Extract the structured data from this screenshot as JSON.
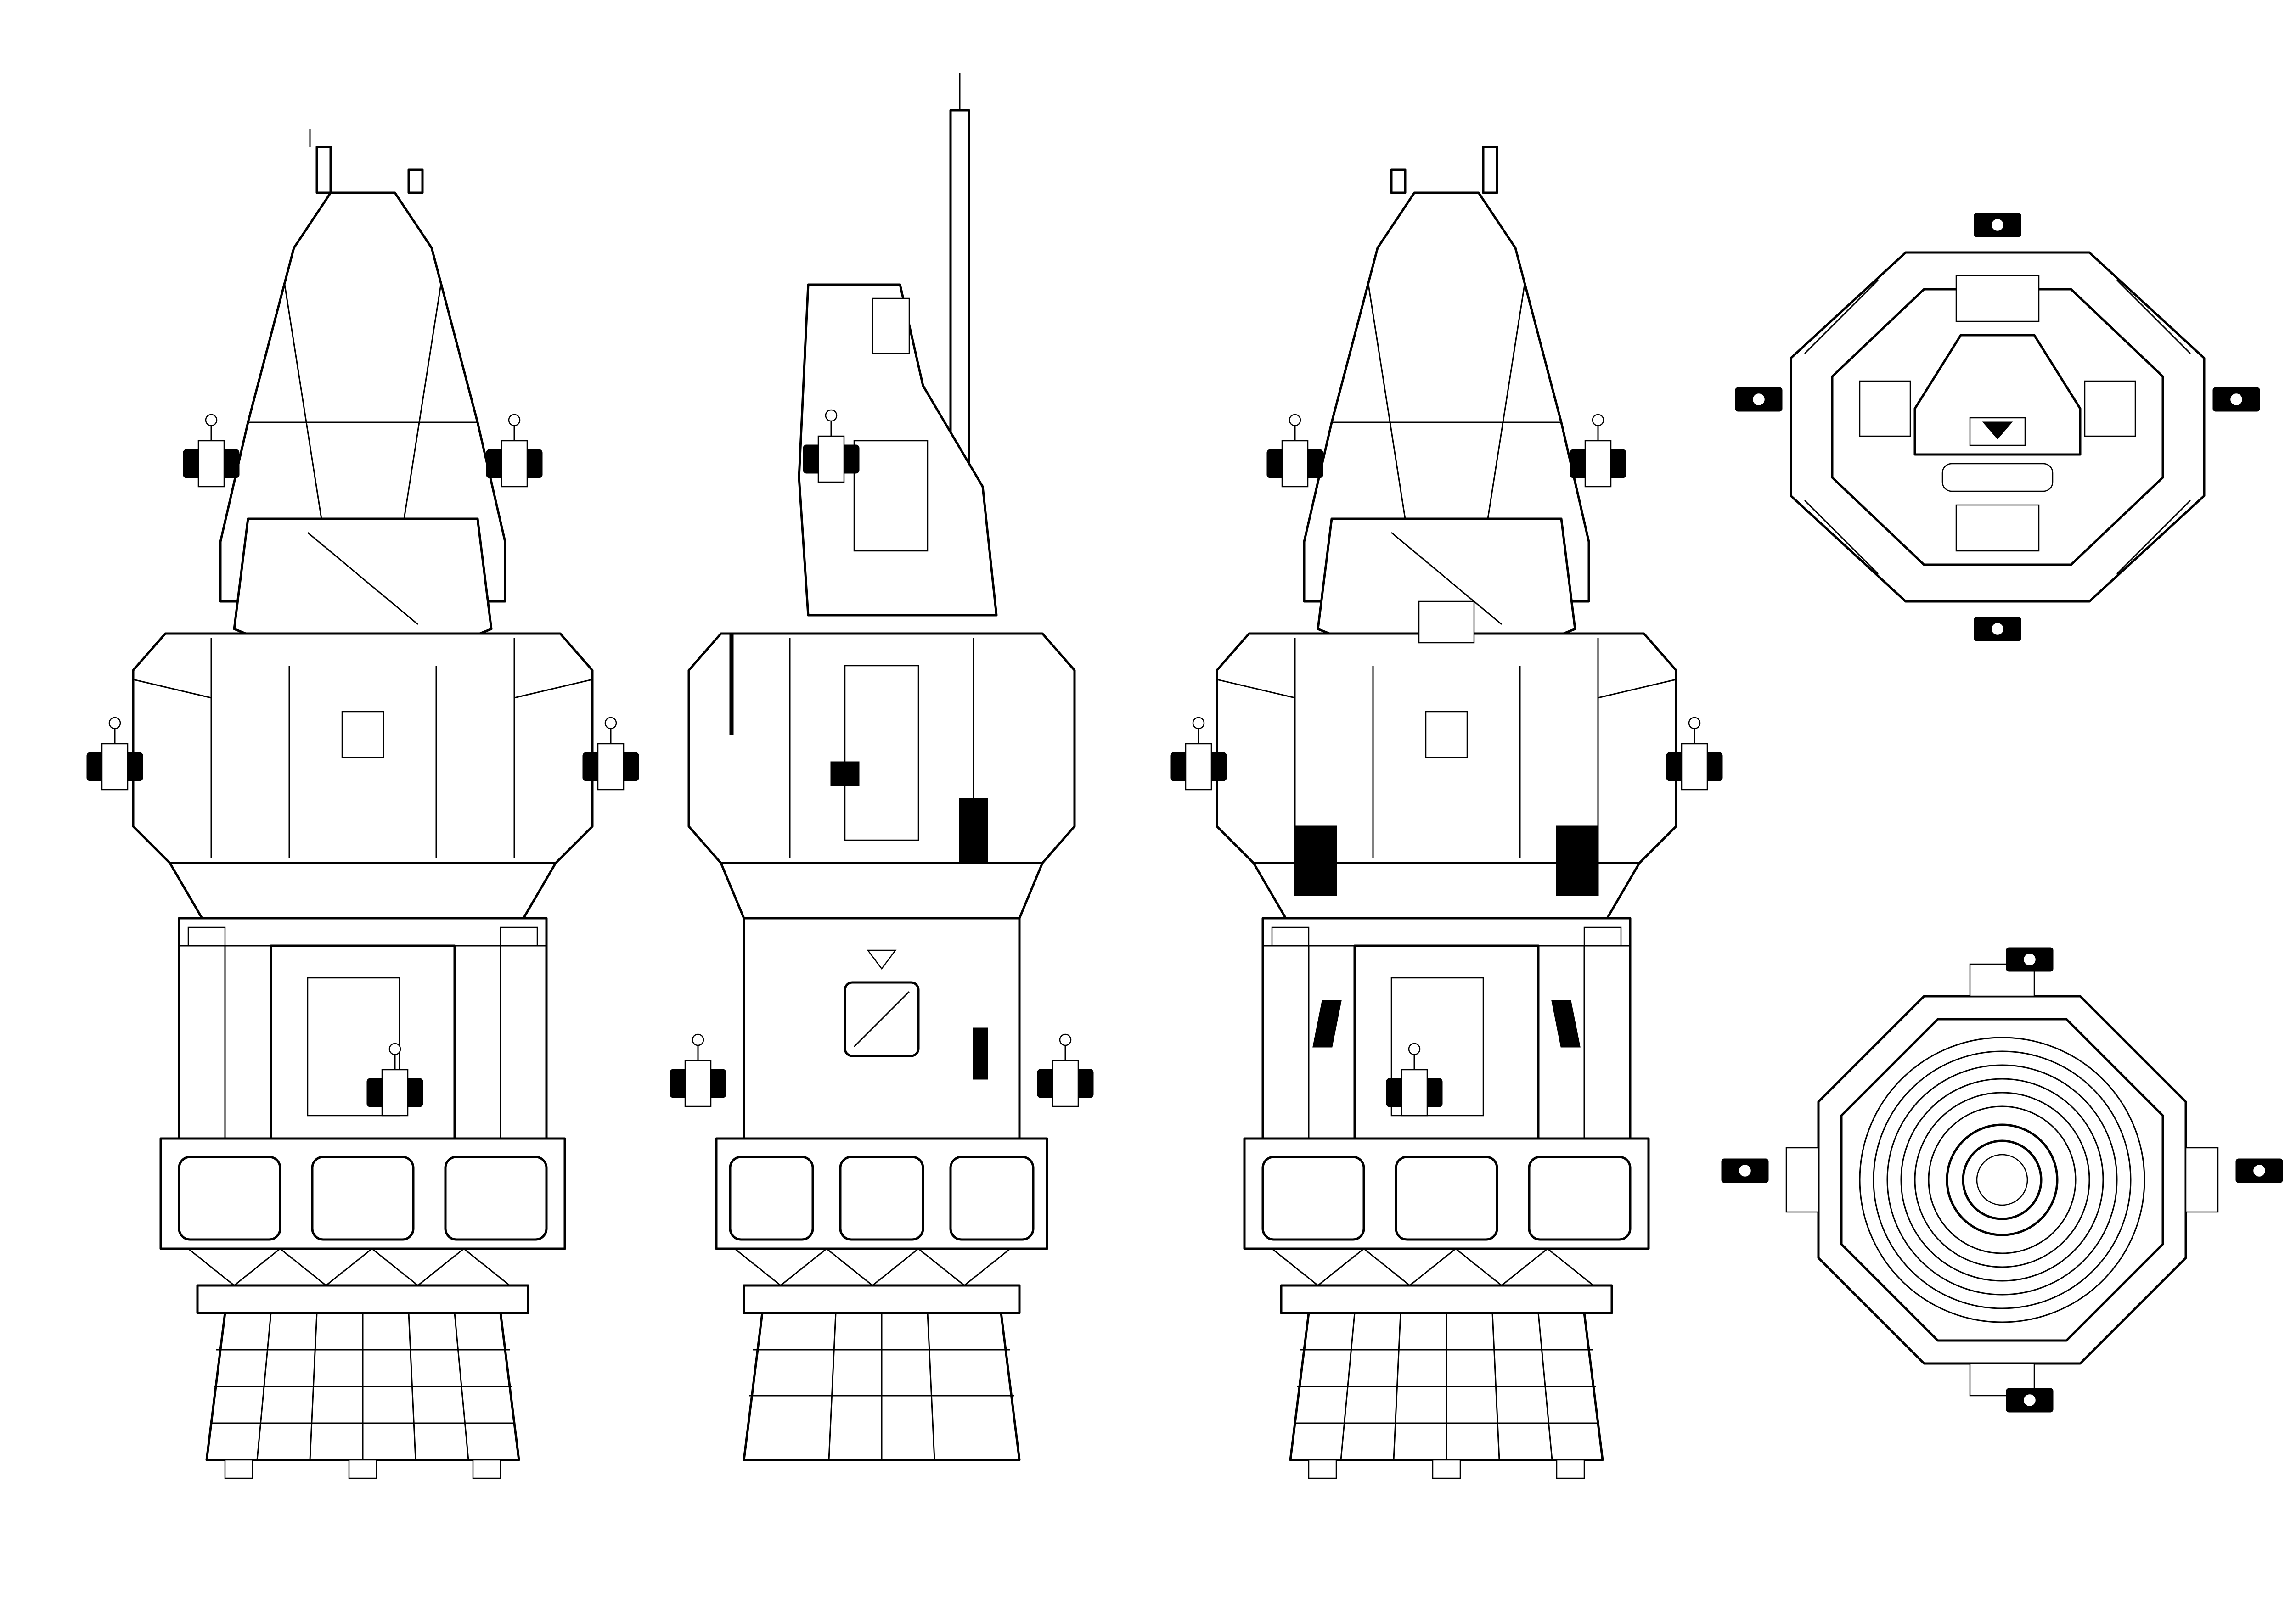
{
  "drawing": {
    "line_color": "#000000",
    "background_color": "#ffffff",
    "views": [
      {
        "id": "front"
      },
      {
        "id": "side"
      },
      {
        "id": "back"
      },
      {
        "id": "top"
      },
      {
        "id": "bottom"
      }
    ]
  }
}
